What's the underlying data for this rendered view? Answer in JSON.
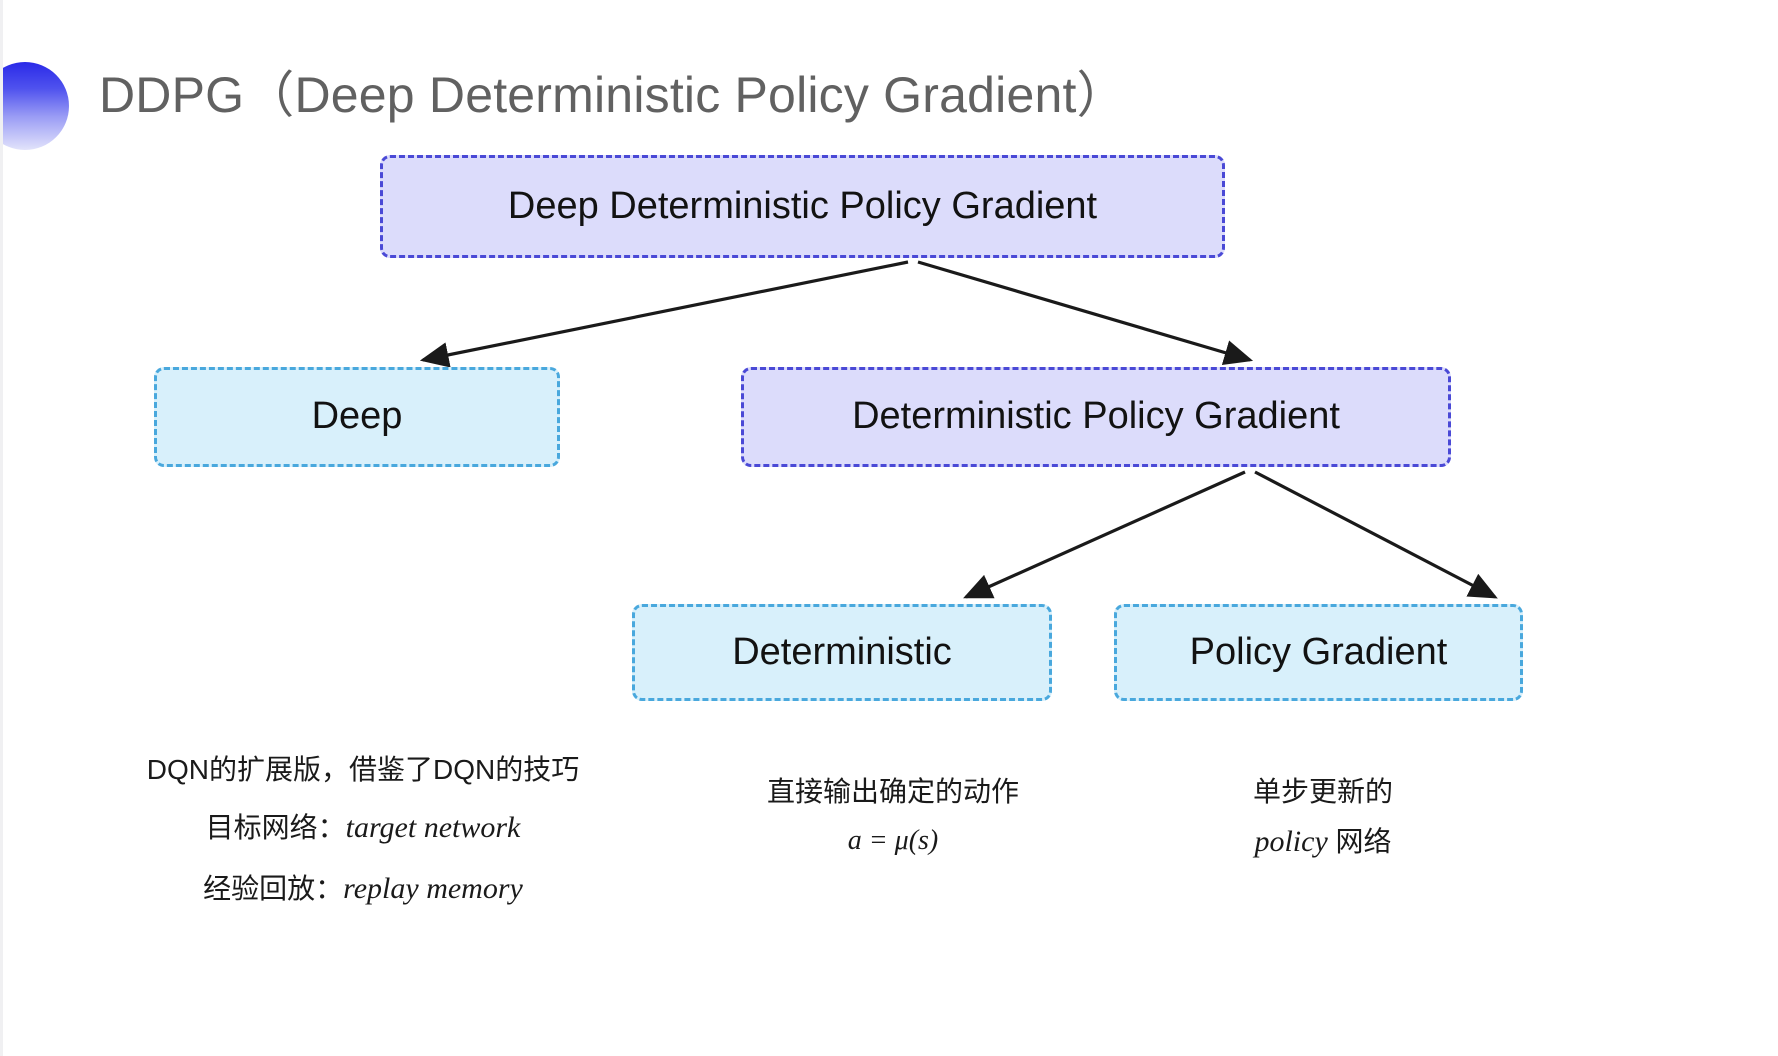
{
  "slide": {
    "title": "DDPG（Deep Deterministic Policy Gradient）",
    "background_color": "#ffffff"
  },
  "colors": {
    "title_text": "#616161",
    "bullet_gradient_start": "#2a2ae8",
    "bullet_gradient_end": "#e2e3fb",
    "purple_fill": "#dcdcfb",
    "purple_border": "#4a49d6",
    "blue_fill": "#d8f0fb",
    "blue_border": "#49a8dd",
    "arrow": "#1a1a1a",
    "body_text": "#1a1a1a"
  },
  "diagram": {
    "nodes": [
      {
        "id": "root",
        "label": "Deep Deterministic Policy Gradient",
        "style": "purple"
      },
      {
        "id": "deep",
        "label": "Deep",
        "style": "blue"
      },
      {
        "id": "dpg",
        "label": "Deterministic Policy Gradient",
        "style": "purple"
      },
      {
        "id": "deterministic",
        "label": "Deterministic",
        "style": "blue"
      },
      {
        "id": "policy_gradient",
        "label": "Policy Gradient",
        "style": "blue"
      }
    ],
    "edges": [
      {
        "from": "root",
        "to": "deep"
      },
      {
        "from": "root",
        "to": "dpg"
      },
      {
        "from": "dpg",
        "to": "deterministic"
      },
      {
        "from": "dpg",
        "to": "policy_gradient"
      }
    ]
  },
  "captions": {
    "deep": {
      "line1": "DQN的扩展版，借鉴了DQN的技巧",
      "line2_label": "目标网络：",
      "line2_value": "target network",
      "line3_label": "经验回放：",
      "line3_value": "replay memory"
    },
    "deterministic": {
      "line1": "直接输出确定的动作",
      "formula": "a = μ(s)"
    },
    "policy_gradient": {
      "line1": "单步更新的",
      "line2_value": "policy",
      "line2_suffix": " 网络"
    }
  }
}
